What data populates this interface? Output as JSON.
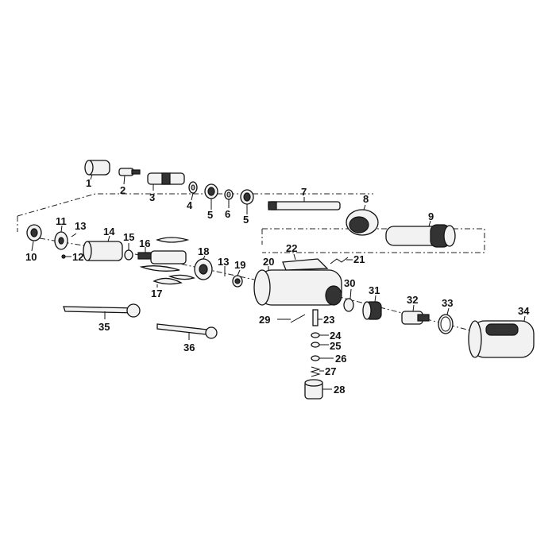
{
  "diagram": {
    "type": "exploded-parts-view",
    "parts": [
      {
        "id": "p1",
        "label": "1",
        "shape": "socket-sleeve"
      },
      {
        "id": "p2",
        "label": "2",
        "shape": "shaft-pin"
      },
      {
        "id": "p3",
        "label": "3",
        "shape": "splined-shaft"
      },
      {
        "id": "p4",
        "label": "4",
        "shape": "washer"
      },
      {
        "id": "p5a",
        "label": "5",
        "shape": "bearing"
      },
      {
        "id": "p6",
        "label": "6",
        "shape": "small-ring"
      },
      {
        "id": "p5b",
        "label": "5",
        "shape": "bearing"
      },
      {
        "id": "p7",
        "label": "7",
        "shape": "long-shaft"
      },
      {
        "id": "p8",
        "label": "8",
        "shape": "housing-cap"
      },
      {
        "id": "p9",
        "label": "9",
        "shape": "extension-tube"
      },
      {
        "id": "p10",
        "label": "10",
        "shape": "bearing"
      },
      {
        "id": "p11",
        "label": "11",
        "shape": "end-plate"
      },
      {
        "id": "p12",
        "label": "12",
        "shape": "pin"
      },
      {
        "id": "p13a",
        "label": "13",
        "shape": "pin"
      },
      {
        "id": "p14",
        "label": "14",
        "shape": "cylinder"
      },
      {
        "id": "p15",
        "label": "15",
        "shape": "ring"
      },
      {
        "id": "p16",
        "label": "16",
        "shape": "rotor"
      },
      {
        "id": "p17",
        "label": "17",
        "shape": "vanes"
      },
      {
        "id": "p18",
        "label": "18",
        "shape": "end-plate"
      },
      {
        "id": "p13b",
        "label": "13",
        "shape": "pin"
      },
      {
        "id": "p19",
        "label": "19",
        "shape": "bearing"
      },
      {
        "id": "p20",
        "label": "20",
        "shape": "motor-housing"
      },
      {
        "id": "p21",
        "label": "21",
        "shape": "spring"
      },
      {
        "id": "p22",
        "label": "22",
        "shape": "trigger-lever"
      },
      {
        "id": "p23",
        "label": "23",
        "shape": "valve-stem"
      },
      {
        "id": "p24",
        "label": "24",
        "shape": "o-ring"
      },
      {
        "id": "p25",
        "label": "25",
        "shape": "o-ring"
      },
      {
        "id": "p26",
        "label": "26",
        "shape": "o-ring"
      },
      {
        "id": "p27",
        "label": "27",
        "shape": "spring"
      },
      {
        "id": "p28",
        "label": "28",
        "shape": "valve-plug"
      },
      {
        "id": "p29",
        "label": "29",
        "shape": "roll-pin"
      },
      {
        "id": "p30",
        "label": "30",
        "shape": "o-ring"
      },
      {
        "id": "p31",
        "label": "31",
        "shape": "regulator"
      },
      {
        "id": "p32",
        "label": "32",
        "shape": "air-inlet"
      },
      {
        "id": "p33",
        "label": "33",
        "shape": "ring"
      },
      {
        "id": "p34",
        "label": "34",
        "shape": "grip-sleeve"
      },
      {
        "id": "p35",
        "label": "35",
        "shape": "wrench"
      },
      {
        "id": "p36",
        "label": "36",
        "shape": "wrench"
      }
    ]
  }
}
